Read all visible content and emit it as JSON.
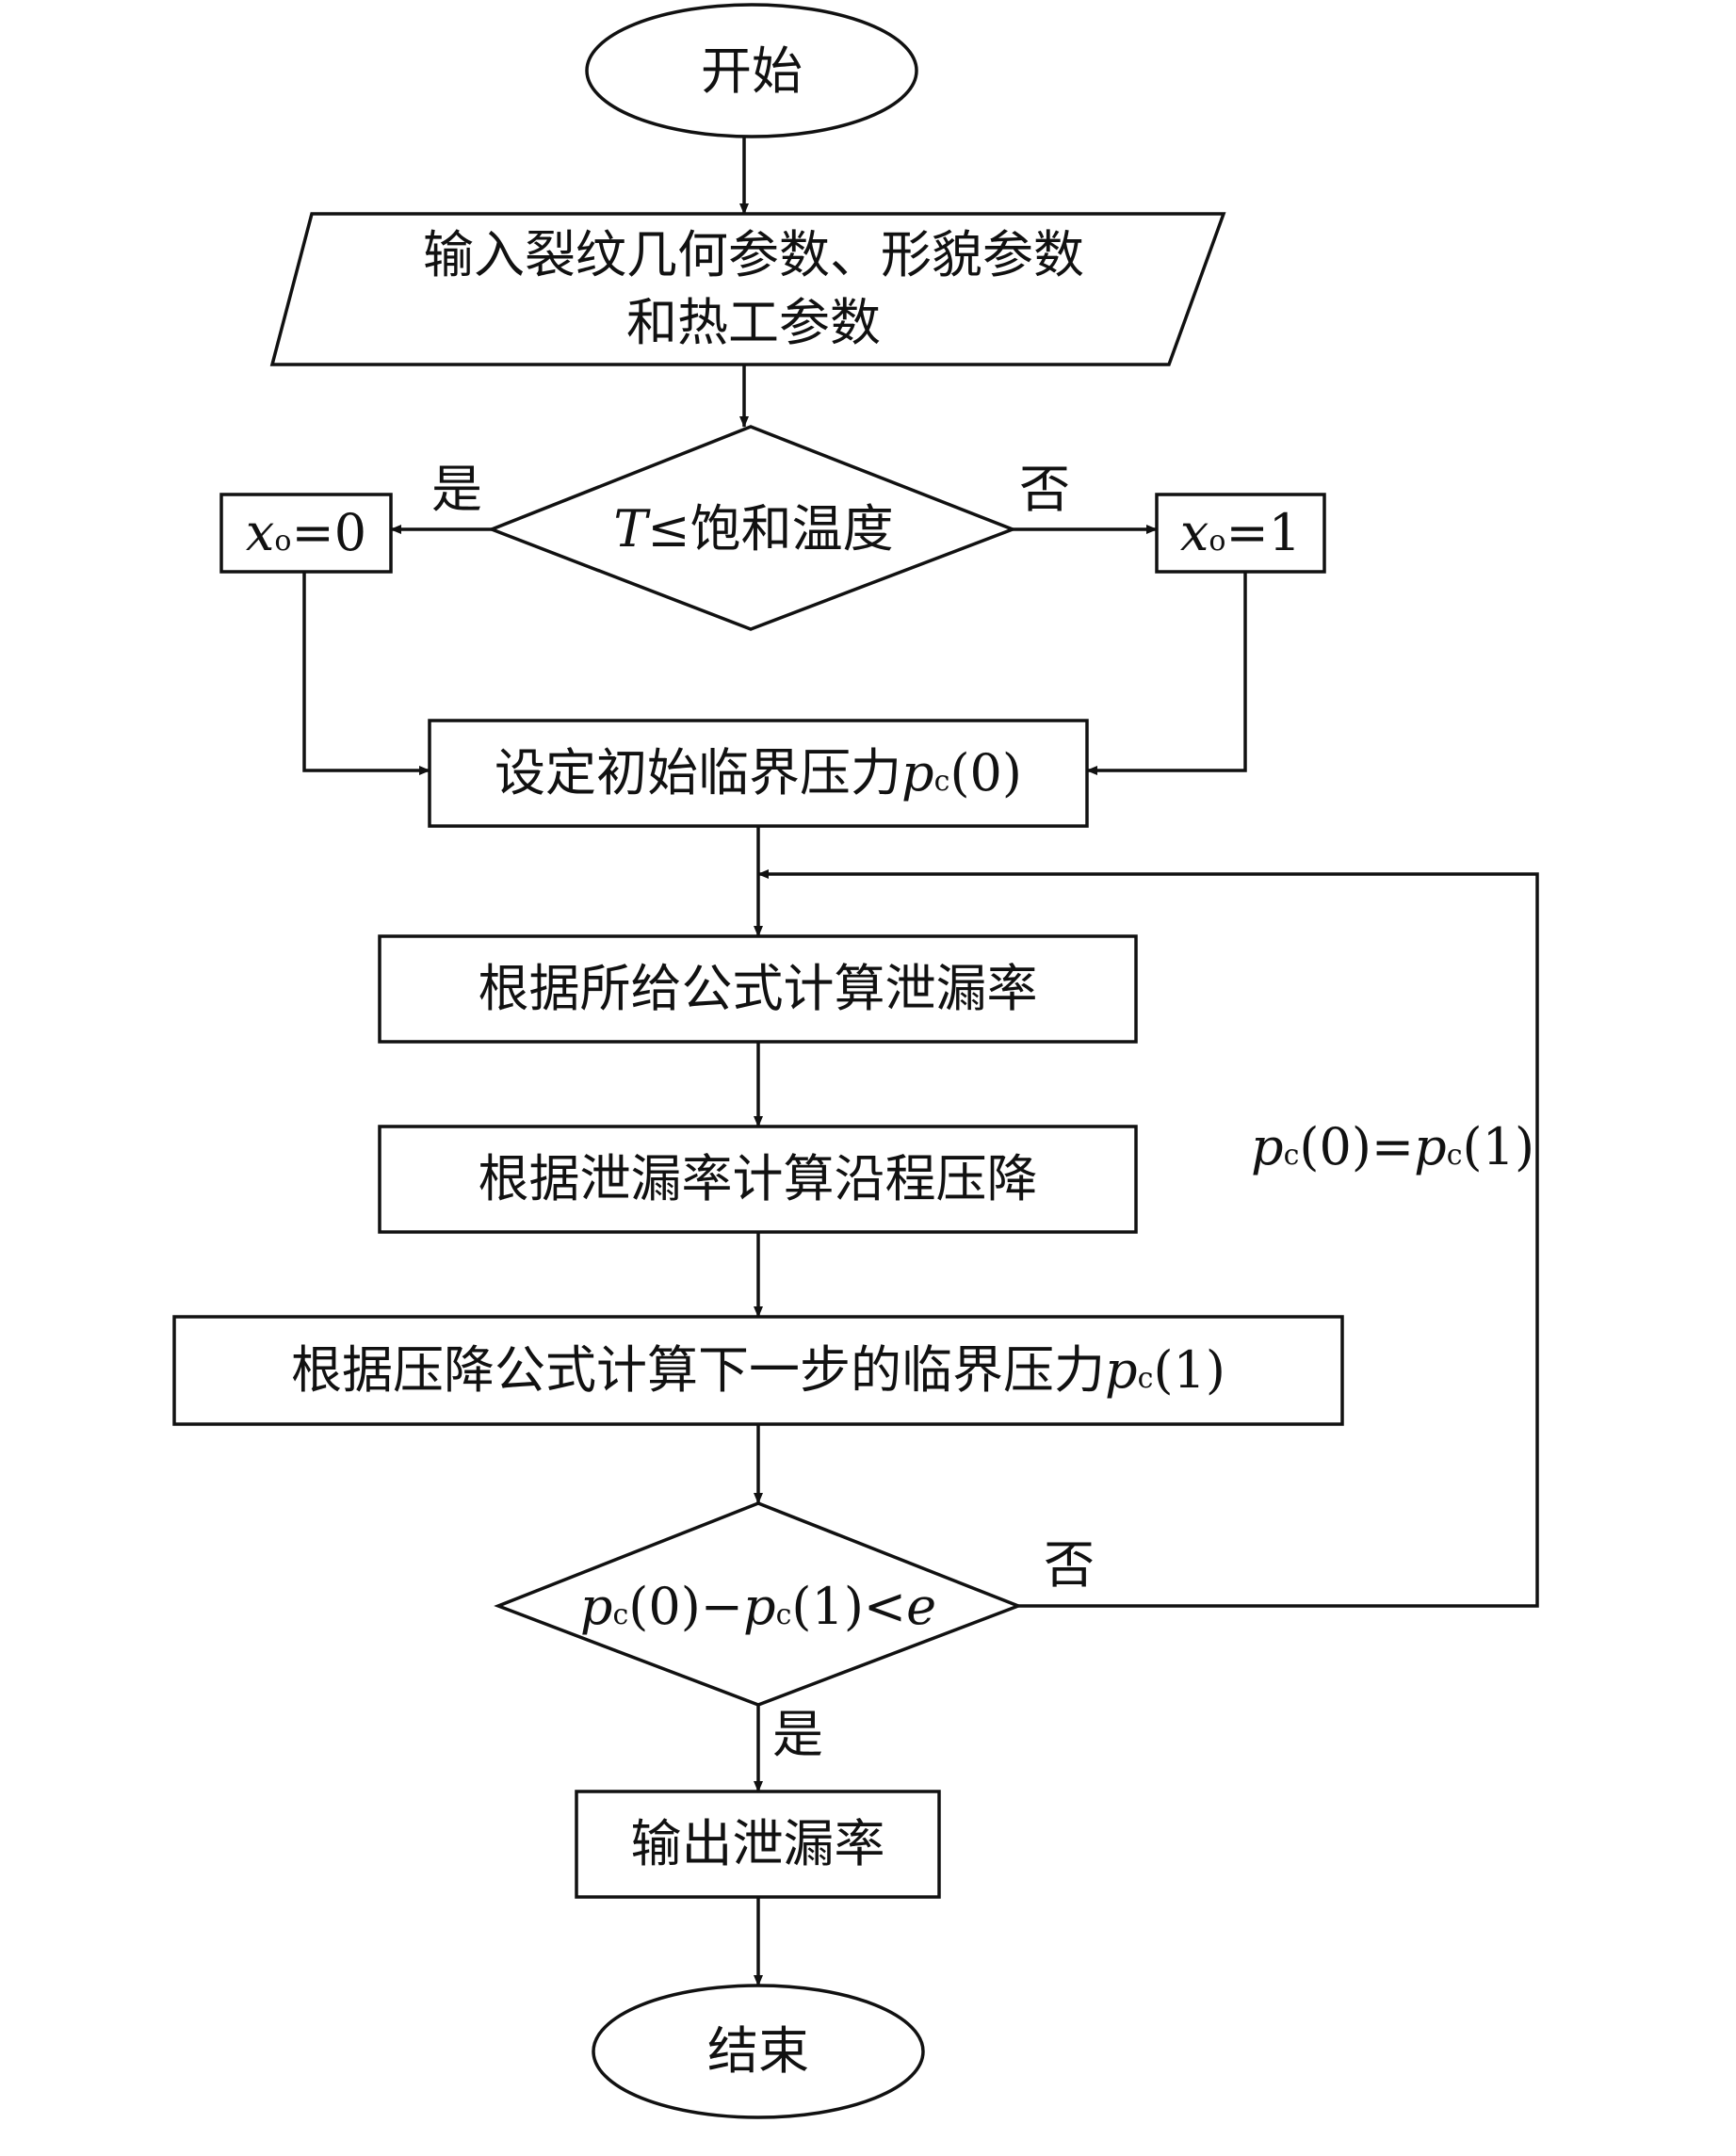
{
  "nodes": {
    "start": {
      "label": "开始"
    },
    "input": {
      "line1": "输入裂纹几何参数、形貌参数",
      "line2": "和热工参数"
    },
    "decision_temp": {
      "var": "T",
      "op": "≤",
      "rest": "饱和温度"
    },
    "x_zero": {
      "var": "x",
      "sub": "o",
      "eq": "=0"
    },
    "x_one": {
      "var": "x",
      "sub": "o",
      "eq": "=1"
    },
    "set_initial": {
      "text": "设定初始临界压力",
      "var": "p",
      "sub": "c",
      "arg": "(0)"
    },
    "calc_leak": {
      "label": "根据所给公式计算泄漏率"
    },
    "calc_drop": {
      "label": "根据泄漏率计算沿程压降"
    },
    "calc_next": {
      "text": "根据压降公式计算下一步的临界压力",
      "var": "p",
      "sub": "c",
      "arg": "(1)"
    },
    "decision_conv": {
      "var1": "p",
      "sub1": "c",
      "arg1": "(0)",
      "minus": "−",
      "var2": "p",
      "sub2": "c",
      "arg2": "(1)",
      "lt": "<",
      "eps": "e"
    },
    "output": {
      "label": "输出泄漏率"
    },
    "end": {
      "label": "结束"
    }
  },
  "edge_labels": {
    "temp_yes": "是",
    "temp_no": "否",
    "conv_no": "否",
    "conv_yes": "是",
    "loop": {
      "var1": "p",
      "sub1": "c",
      "arg1": "(0)",
      "eq": "=",
      "var2": "p",
      "sub2": "c",
      "arg2": "(1)"
    }
  }
}
